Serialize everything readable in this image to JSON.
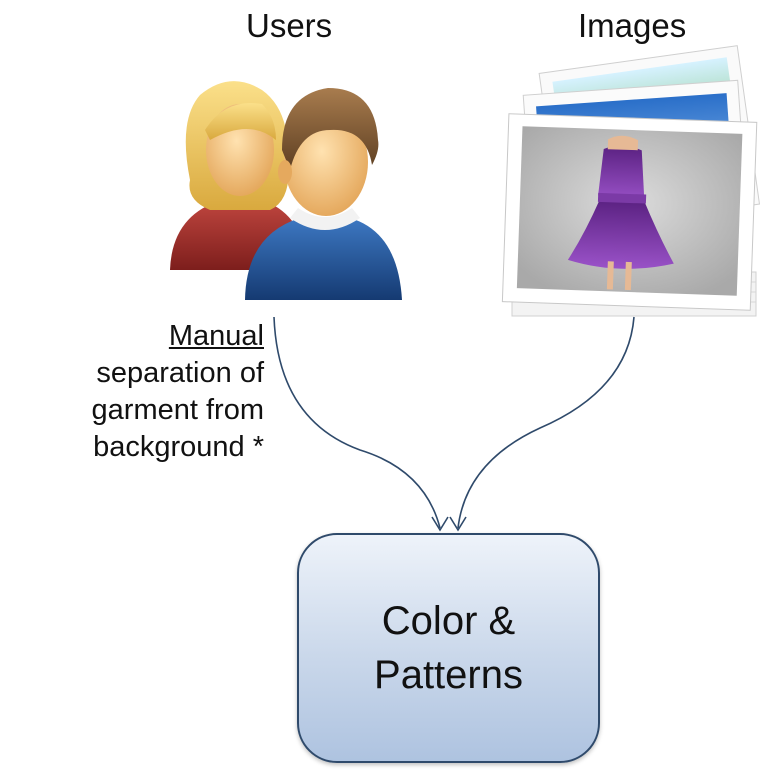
{
  "diagram": {
    "users_label": "Users",
    "images_label": "Images",
    "note": {
      "underlined": "Manual",
      "lines": [
        "separation of",
        "garment from",
        "background *"
      ]
    },
    "result_box_label": "Color &\nPatterns",
    "icons": [
      "users-icon",
      "photo-stack-icon"
    ],
    "colors": {
      "arrow": "#2f4a6b",
      "box_fill": "#c9d7ea",
      "box_border": "#2f4a6b",
      "dress": "#7a2fa0"
    }
  }
}
